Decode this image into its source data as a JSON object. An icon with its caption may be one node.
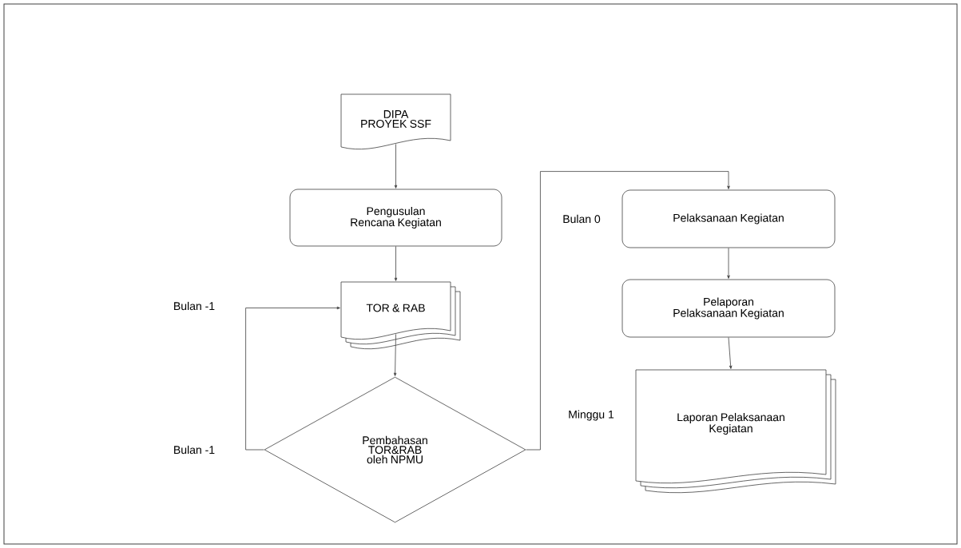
{
  "diagram": {
    "nodes": [
      {
        "text": [
          "DIPA PROYEK SSF"
        ]
      },
      {
        "text": [
          "Pengusulan Rencana Kegiatan"
        ]
      },
      {
        "text": [
          "TOR & RAB"
        ]
      },
      {
        "text": [
          "Pembahasan TOR&RAB oleh NPMU"
        ]
      },
      {
        "text": [
          "Pelaksanaan Kegiatan"
        ]
      },
      {
        "text": [
          "Pelaporan Pelaksanaan Kegiatan"
        ]
      },
      {
        "text": [
          "Laporan Pelaksanaan Kegiatan"
        ]
      }
    ],
    "edges": [
      {
        "from": 0,
        "to": 1,
        "arrow": "to"
      },
      {
        "from": 1,
        "to": 2,
        "arrow": "to"
      },
      {
        "from": 2,
        "to": 3,
        "arrow": "to"
      },
      {
        "from": 3,
        "to": 2,
        "arrow": "to"
      },
      {
        "from": 3,
        "to": 4,
        "arrow": "to"
      },
      {
        "from": 4,
        "to": 5,
        "arrow": "to"
      },
      {
        "from": 5,
        "to": 6,
        "arrow": "to"
      }
    ],
    "labels": [
      "Bulan -1",
      "Bulan 0",
      "Bulan -1",
      "Minggu 1"
    ]
  }
}
